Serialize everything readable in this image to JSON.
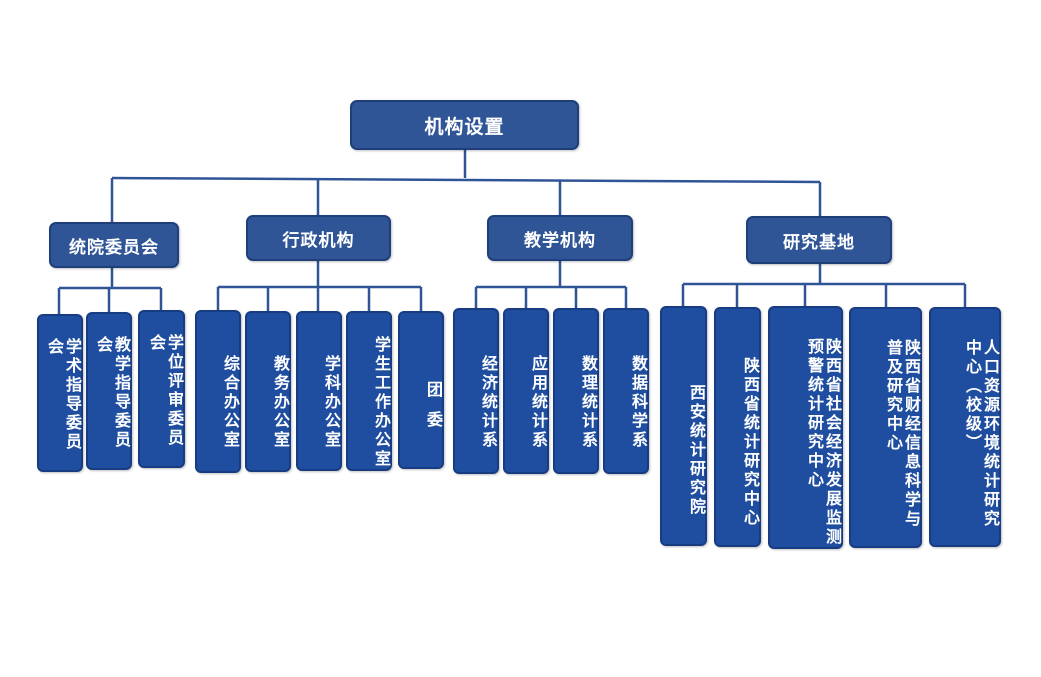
{
  "root": {
    "label": "机构设置"
  },
  "categories": [
    {
      "label": "统院委员会",
      "children": [
        "学术指导委员会",
        "教学指导委员会",
        "学位评审委员会"
      ]
    },
    {
      "label": "行政机构",
      "children": [
        "综合办公室",
        "教务办公室",
        "学科办公室",
        "学生工作办公室",
        "团委"
      ]
    },
    {
      "label": "教学机构",
      "children": [
        "经济统计系",
        "应用统计系",
        "数理统计系",
        "数据科学系"
      ]
    },
    {
      "label": "研究基地",
      "children": [
        "西安统计研究院",
        "陕西省统计研究中心",
        "陕西省社会经济发展监测预警统计研究中心",
        "陕西省财经信息科学与普及研究中心",
        "人口资源环境统计研究中心（校级）"
      ]
    }
  ],
  "colors": {
    "node": "#2f5597",
    "leaf": "#1f4ea0",
    "line": "#2f5597",
    "text": "#ffffff"
  }
}
